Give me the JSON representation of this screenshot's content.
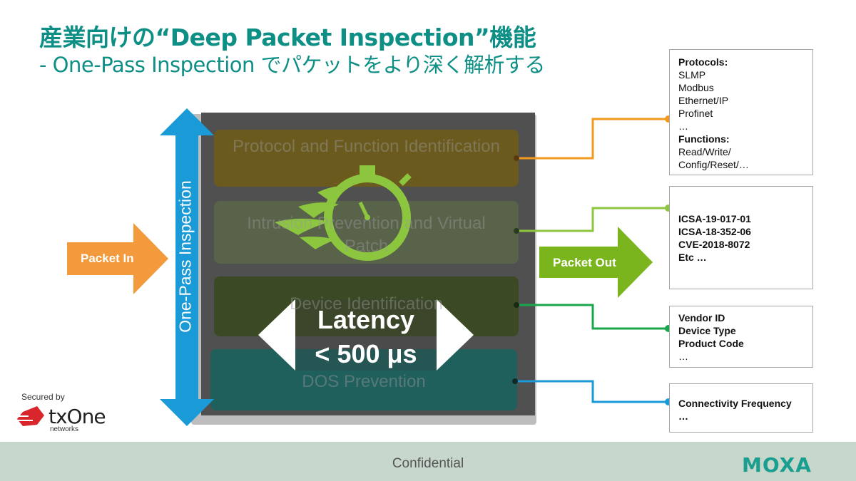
{
  "title": "産業向けの“Deep Packet Inspection”機能",
  "subtitle": "- One-Pass Inspection でパケットをより深く解析する",
  "vertical_label": "One-Pass Inspection",
  "packet_in": "Packet In",
  "packet_out": "Packet Out",
  "layers": [
    {
      "label": "Protocol and Function Identification",
      "color": "#6b5a1e"
    },
    {
      "label": "Intrusion Prevention and Virtual Patch",
      "color": "#58634a"
    },
    {
      "label": "Device Identification",
      "color": "#3b4a25"
    },
    {
      "label": "DOS Prevention",
      "color": "#1f5f5c"
    }
  ],
  "latency": {
    "line1": "Latency",
    "line2": "< 500 μs"
  },
  "boxes": {
    "protocols": {
      "heading": "Protocols:",
      "items": [
        "SLMP",
        "Modbus",
        "Ethernet/IP",
        "Profinet",
        "…"
      ],
      "functions_heading": "Functions:",
      "functions": [
        "Read/Write/",
        "Config/Reset/…"
      ],
      "color": "#f39a1e"
    },
    "cves": {
      "items": [
        "ICSA-19-017-01",
        "ICSA-18-352-06",
        "CVE-2018-8072",
        "Etc …"
      ],
      "color": "#8cc63f"
    },
    "device": {
      "items": [
        "Vendor ID",
        "Device Type",
        "Product Code",
        "…"
      ],
      "color": "#1aa64a"
    },
    "dos": {
      "items": [
        "Connectivity Frequency",
        "…"
      ],
      "color": "#1a9ad6"
    }
  },
  "colors": {
    "teal_title": "#0e8f86",
    "blue_arrow": "#1a9ad6",
    "orange_arrow": "#f39a3c",
    "green_arrow": "#7ab51d",
    "icon_green": "#8cc63f"
  },
  "footer": {
    "confidential": "Confidential",
    "brand": "MOXA"
  },
  "secured": {
    "label": "Secured by",
    "brand": "txOne",
    "brand_sub": "networks"
  }
}
